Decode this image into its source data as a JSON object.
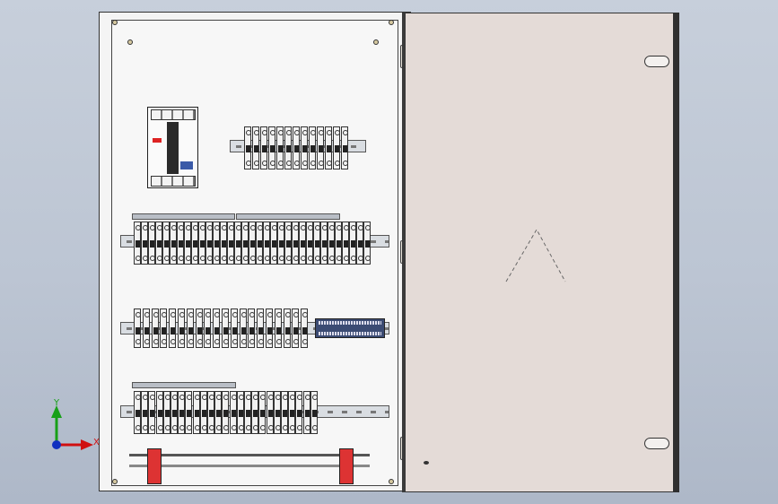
{
  "viewer": {
    "axis_labels": {
      "x": "X",
      "y": "Y"
    },
    "colors": {
      "background_top": "#c7cfdb",
      "background_bottom": "#aeb8c8",
      "x_axis": "#d01010",
      "y_axis": "#18a018",
      "z_axis": "#1030c0"
    }
  },
  "model": {
    "icons": [
      "cabinet-body",
      "door",
      "hinge",
      "din-rail",
      "circuit-breaker",
      "main-breaker",
      "terminal-block",
      "cable-clamp",
      "door-lock-slot",
      "screw"
    ],
    "colors": {
      "door": "#e4dbd7",
      "plate": "#f7f7f7",
      "clamp": "#d33333",
      "terminal": "#3b4b73"
    }
  }
}
